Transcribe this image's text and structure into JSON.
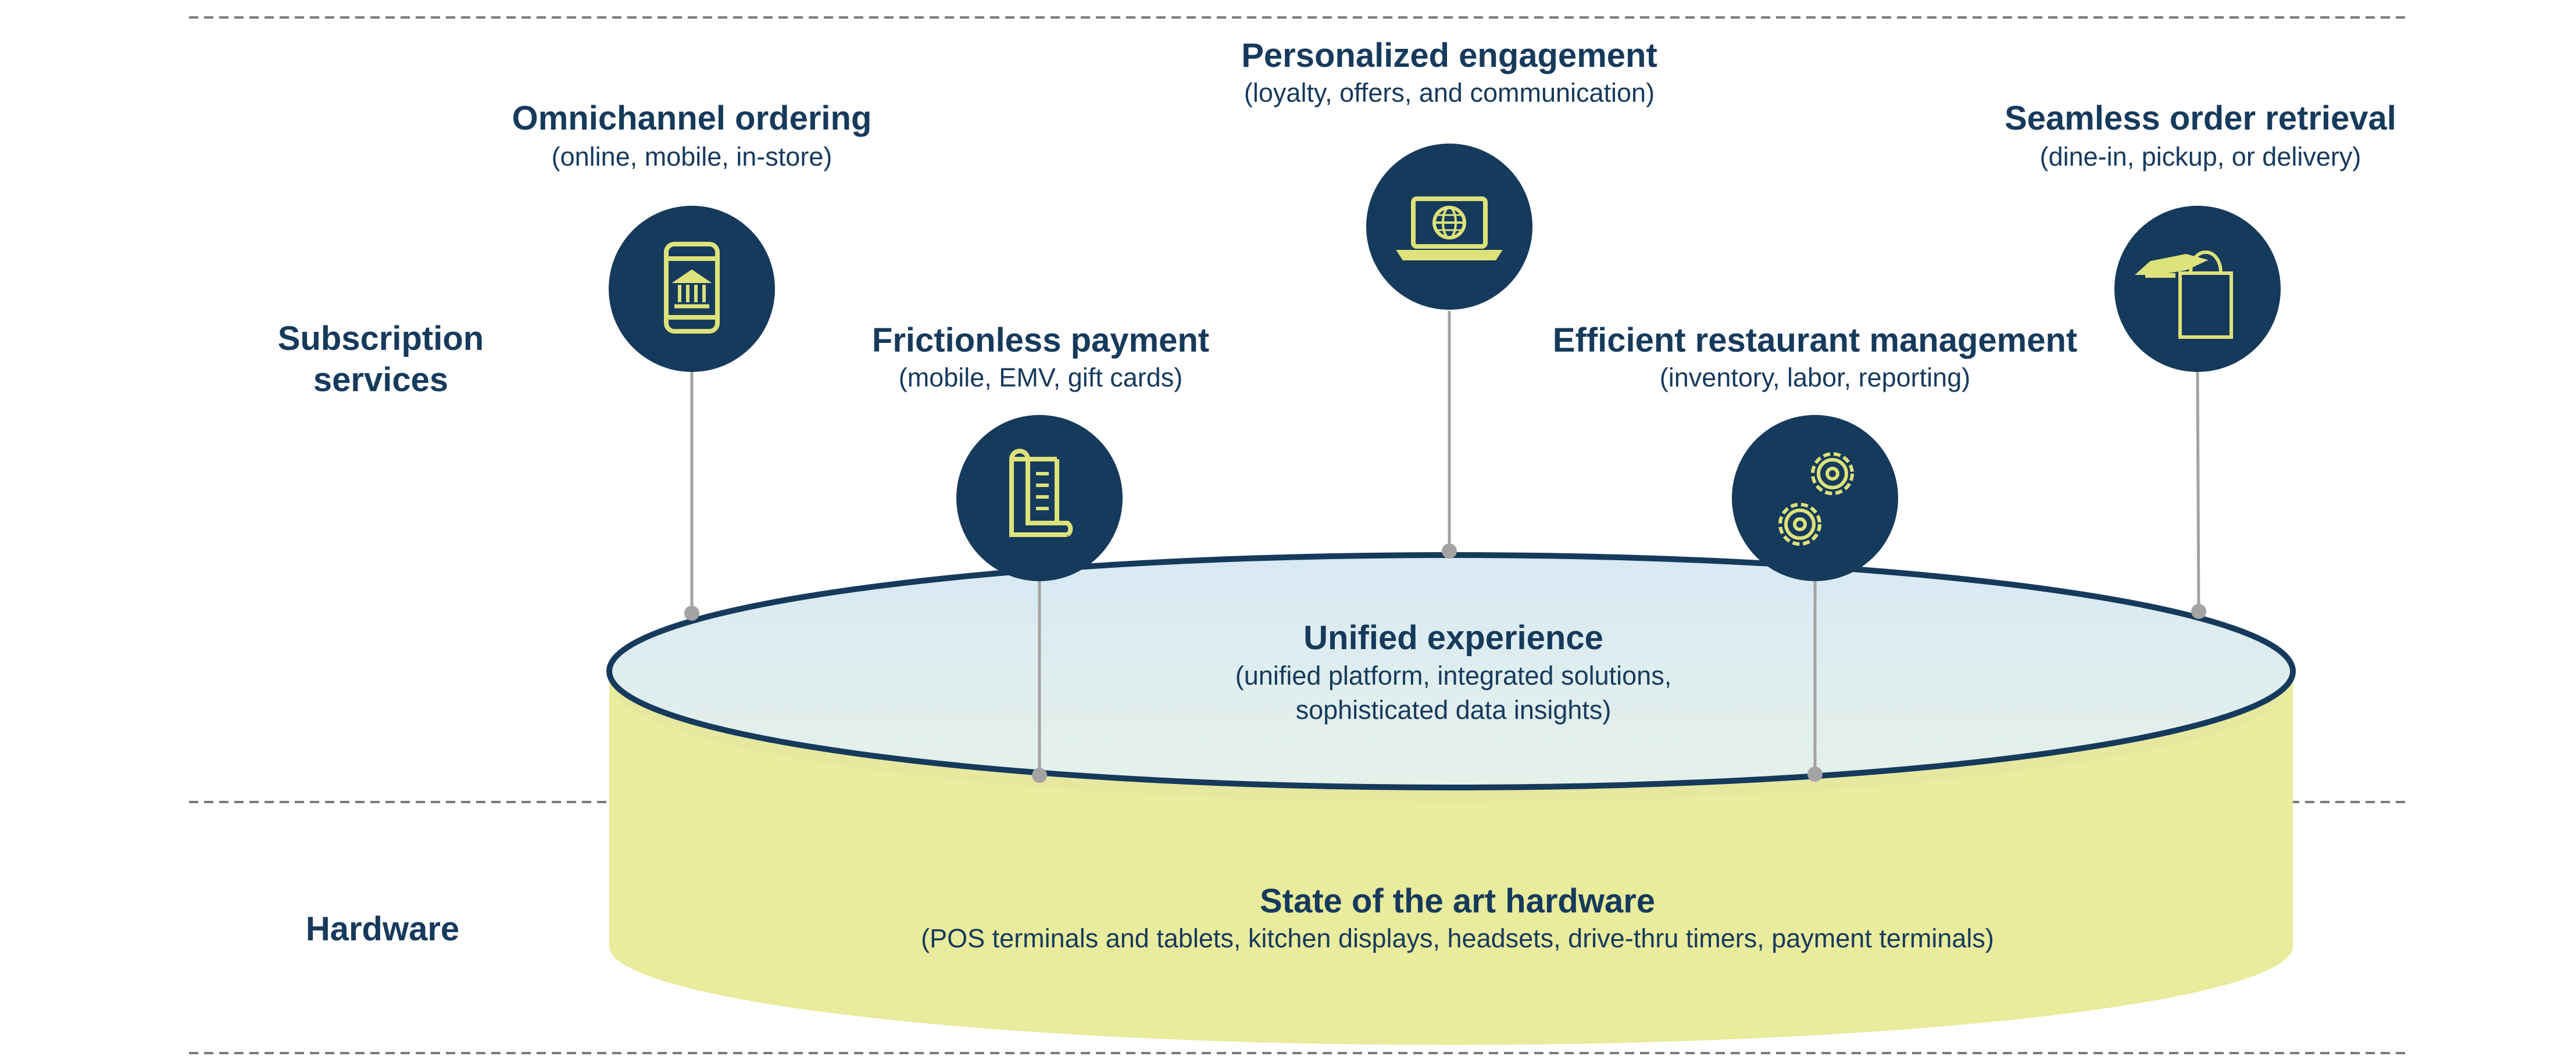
{
  "rows": {
    "subscription_line1": "Subscription",
    "subscription_line2": "services",
    "hardware": "Hardware"
  },
  "features": {
    "omnichannel": {
      "title": "Omnichannel ordering",
      "sub": "(online, mobile, in-store)",
      "icon": "smartphone-bank-icon"
    },
    "engagement": {
      "title": "Personalized engagement",
      "sub": "(loyalty, offers, and communication)",
      "icon": "laptop-globe-icon"
    },
    "retrieval": {
      "title": "Seamless order retrieval",
      "sub": "(dine-in, pickup, or delivery)",
      "icon": "hand-shopping-bag-icon"
    },
    "payment": {
      "title": "Frictionless payment",
      "sub": "(mobile, EMV, gift cards)",
      "icon": "receipt-icon"
    },
    "management": {
      "title": "Efficient restaurant management",
      "sub": "(inventory, labor, reporting)",
      "icon": "gears-icon"
    }
  },
  "platform": {
    "title": "Unified experience",
    "sub_line1": "(unified platform, integrated solutions,",
    "sub_line2": "sophisticated data insights)"
  },
  "hardware": {
    "title": "State of the art hardware",
    "sub": "(POS terminals and tablets, kitchen displays, headsets, drive-thru timers, payment terminals)"
  },
  "colors": {
    "navy": "#163a5c",
    "icon_yellow": "#dde27a",
    "cylinder": "#e9eb9d",
    "platform_fill": "#e0efea",
    "connector": "#a3a3a3",
    "divider": "#7a7a7a"
  }
}
